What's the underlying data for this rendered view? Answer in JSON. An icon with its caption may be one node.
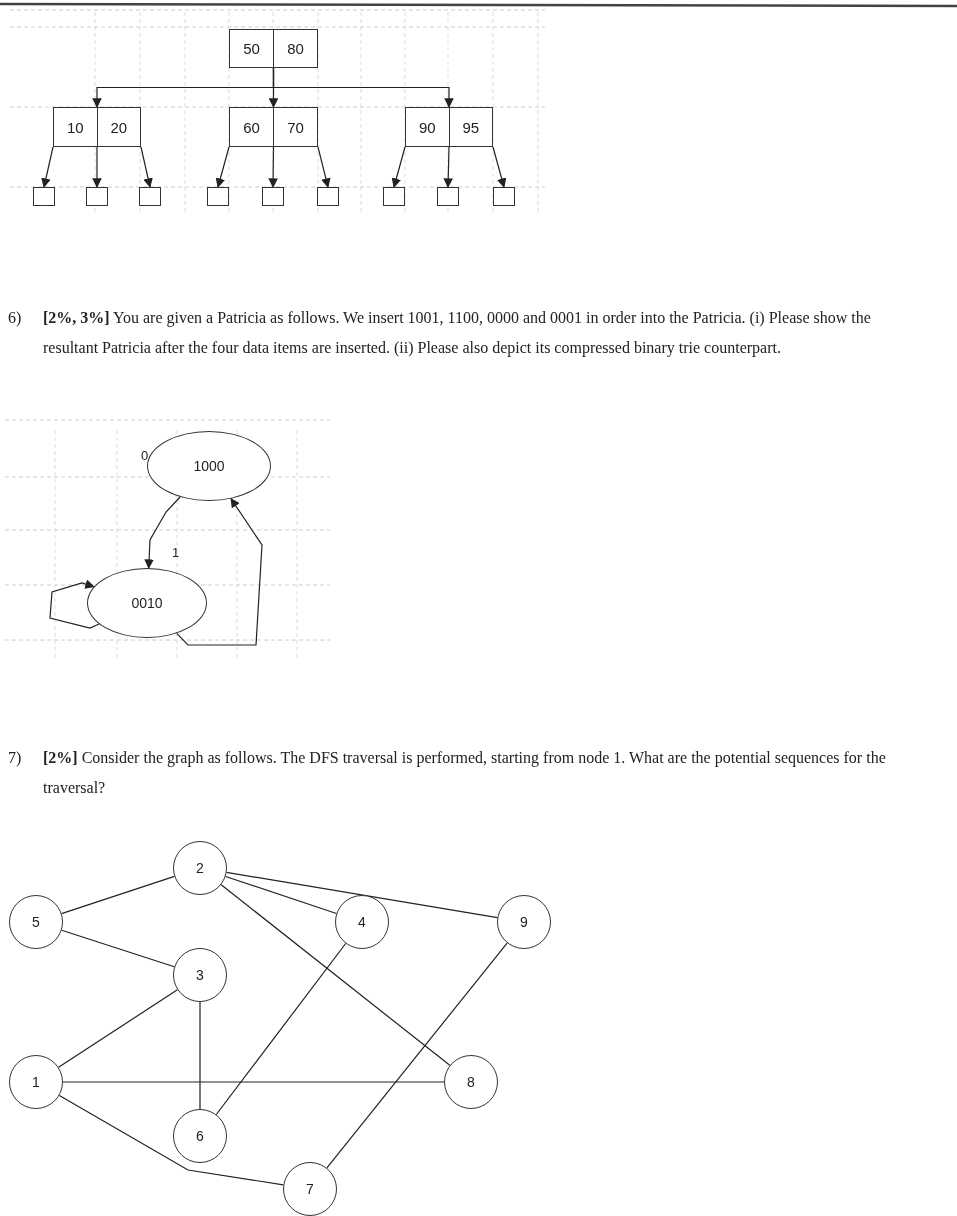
{
  "diagram": {
    "nodes": [
      {
        "text": [
          "50",
          "80"
        ]
      },
      {
        "text": [
          "10",
          "20"
        ]
      },
      {
        "text": [
          "60",
          "70"
        ]
      },
      {
        "text": [
          "90",
          "95"
        ]
      },
      {
        "text": [],
        "shape": "box"
      },
      {
        "text": [],
        "shape": "box"
      },
      {
        "text": [],
        "shape": "box"
      },
      {
        "text": [],
        "shape": "box"
      },
      {
        "text": [],
        "shape": "box"
      },
      {
        "text": [],
        "shape": "box"
      },
      {
        "text": [],
        "shape": "box"
      },
      {
        "text": [],
        "shape": "box"
      },
      {
        "text": [],
        "shape": "box"
      },
      {
        "text": [
          "1000"
        ],
        "beside": [
          "0"
        ]
      },
      {
        "text": [
          "0010"
        ],
        "beside": [
          "1"
        ]
      },
      {
        "text": [
          "2"
        ]
      },
      {
        "text": [
          "5"
        ]
      },
      {
        "text": [
          "4"
        ]
      },
      {
        "text": [
          "9"
        ]
      },
      {
        "text": [
          "3"
        ]
      },
      {
        "text": [
          "1"
        ]
      },
      {
        "text": [
          "8"
        ]
      },
      {
        "text": [
          "6"
        ]
      },
      {
        "text": [
          "7"
        ]
      }
    ],
    "edges": [
      {
        "from": 0,
        "to": 1,
        "arrow": "to"
      },
      {
        "from": 0,
        "to": 2,
        "arrow": "to"
      },
      {
        "from": 0,
        "to": 3,
        "arrow": "to"
      },
      {
        "from": 1,
        "to": 4,
        "arrow": "to"
      },
      {
        "from": 1,
        "to": 5,
        "arrow": "to"
      },
      {
        "from": 1,
        "to": 6,
        "arrow": "to"
      },
      {
        "from": 2,
        "to": 7,
        "arrow": "to"
      },
      {
        "from": 2,
        "to": 8,
        "arrow": "to"
      },
      {
        "from": 2,
        "to": 9,
        "arrow": "to"
      },
      {
        "from": 3,
        "to": 10,
        "arrow": "to"
      },
      {
        "from": 3,
        "to": 11,
        "arrow": "to"
      },
      {
        "from": 3,
        "to": 12,
        "arrow": "to"
      },
      {
        "from": 13,
        "to": 14,
        "arrow": "to"
      },
      {
        "from": 14,
        "to": 14,
        "arrow": "to"
      },
      {
        "from": 14,
        "to": 13,
        "arrow": "to"
      },
      {
        "from": 15,
        "to": 16,
        "arrow": "none"
      },
      {
        "from": 15,
        "to": 17,
        "arrow": "none"
      },
      {
        "from": 15,
        "to": 18,
        "arrow": "none"
      },
      {
        "from": 15,
        "to": 21,
        "arrow": "none"
      },
      {
        "from": 16,
        "to": 19,
        "arrow": "none"
      },
      {
        "from": 19,
        "to": 20,
        "arrow": "none"
      },
      {
        "from": 19,
        "to": 22,
        "arrow": "none"
      },
      {
        "from": 17,
        "to": 22,
        "arrow": "none"
      },
      {
        "from": 18,
        "to": 23,
        "arrow": "none"
      },
      {
        "from": 20,
        "to": 21,
        "arrow": "none"
      },
      {
        "from": 20,
        "to": 23,
        "arrow": "none"
      }
    ],
    "labels": [
      "6)",
      "**[2%, 3%]** You are given a Patricia as follows. We insert 1001, 1100, 0000 and 0001 in order into the Patricia. (i) Please show the resultant Patricia after the four data items are inserted. (ii) Please also depict its compressed binary trie counterpart.",
      "7)",
      "**[2%]** Consider the graph as follows. The DFS traversal is performed, starting from node 1. What are the potential sequences for the traversal?"
    ]
  }
}
